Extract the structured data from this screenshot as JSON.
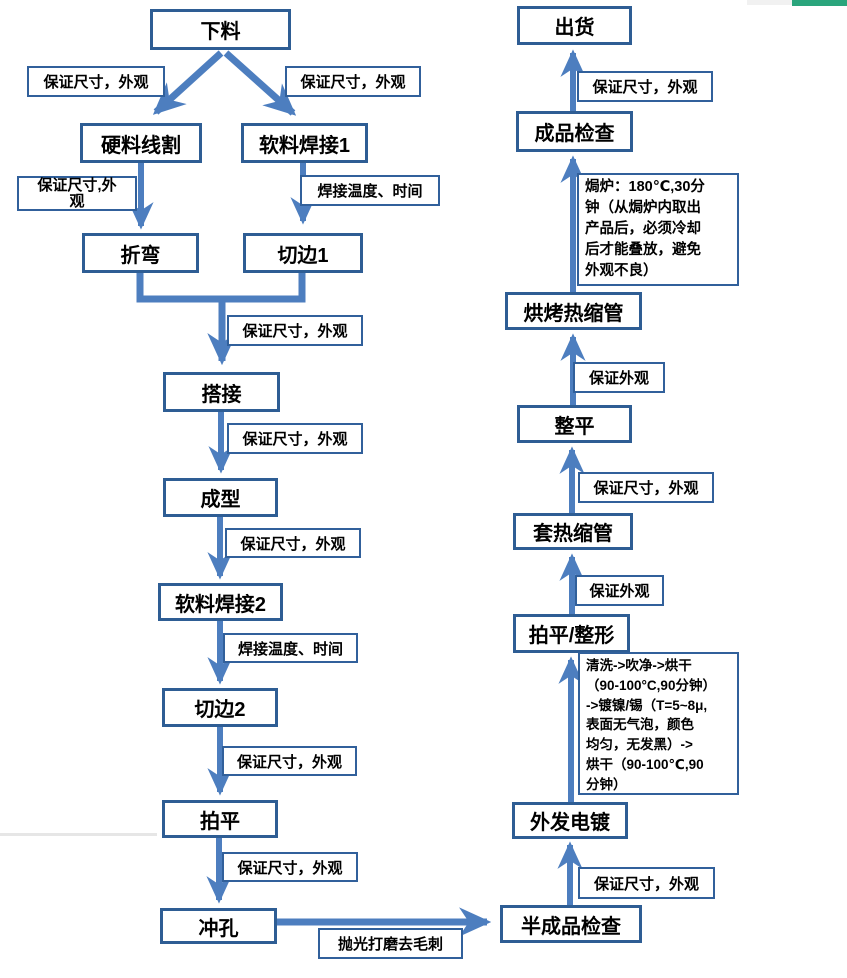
{
  "colors": {
    "arrow": "#4d7ebf",
    "process_box_border": "#2e5d94",
    "label_box_border": "#31609b",
    "text": "#000000",
    "accent_green": "#2aa57c",
    "accent_gray": "#f1f1f1",
    "page_break_line": "#e6e6e6"
  },
  "flowchart": {
    "nodes": {
      "xialiao": "下料",
      "yingliao_xiange": "硬料线割",
      "ruanliao_hanjie1": "软料焊接1",
      "zhewan": "折弯",
      "qiebian1": "切边1",
      "dajie": "搭接",
      "chengxing": "成型",
      "ruanliao_hanjie2": "软料焊接2",
      "qiebian2": "切边2",
      "paiping": "拍平",
      "chongkong": "冲孔",
      "banchengpin_jiancha": "半成品检查",
      "waifa_diandu": "外发电镀",
      "paiping_zhengxing": "拍平/整形",
      "tao_resuoguan": "套热缩管",
      "zhengping": "整平",
      "hongkao_resuoguan": "烘烤热缩管",
      "chengpin_jiancha": "成品检查",
      "chuhuo": "出货"
    },
    "edge_labels": {
      "split_left": "保证尺寸，外观",
      "split_right": "保证尺寸，外观",
      "hard_wire": "保证尺寸,外\n观",
      "weld1": "焊接温度、时间",
      "to_dajie": "保证尺寸，外观",
      "to_chengxing": "保证尺寸，外观",
      "to_ruanliao2": "保证尺寸，外观",
      "weld2": "焊接温度、时间",
      "to_paiping": "保证尺寸，外观",
      "to_chongkong": "保证尺寸，外观",
      "polish": "抛光打磨去毛刺",
      "to_waifa": "保证尺寸，外观",
      "to_taore": "保证外观",
      "to_zhengping": "保证尺寸，外观",
      "to_hongkao": "保证外观",
      "to_chuhuo": "保证尺寸，外观"
    },
    "notes": {
      "plating": "清洗->吹净->烘干\n（90-100°C,90分钟）\n->镀镍/锡（T=5~8μ,\n表面无气泡，颜色\n均匀，无发黑）->\n烘干（90-100℃,90\n分钟）",
      "oven": "焗炉：180℃,30分\n钟（从焗炉内取出\n产品后，必须冷却\n后才能叠放，避免\n外观不良）"
    }
  }
}
